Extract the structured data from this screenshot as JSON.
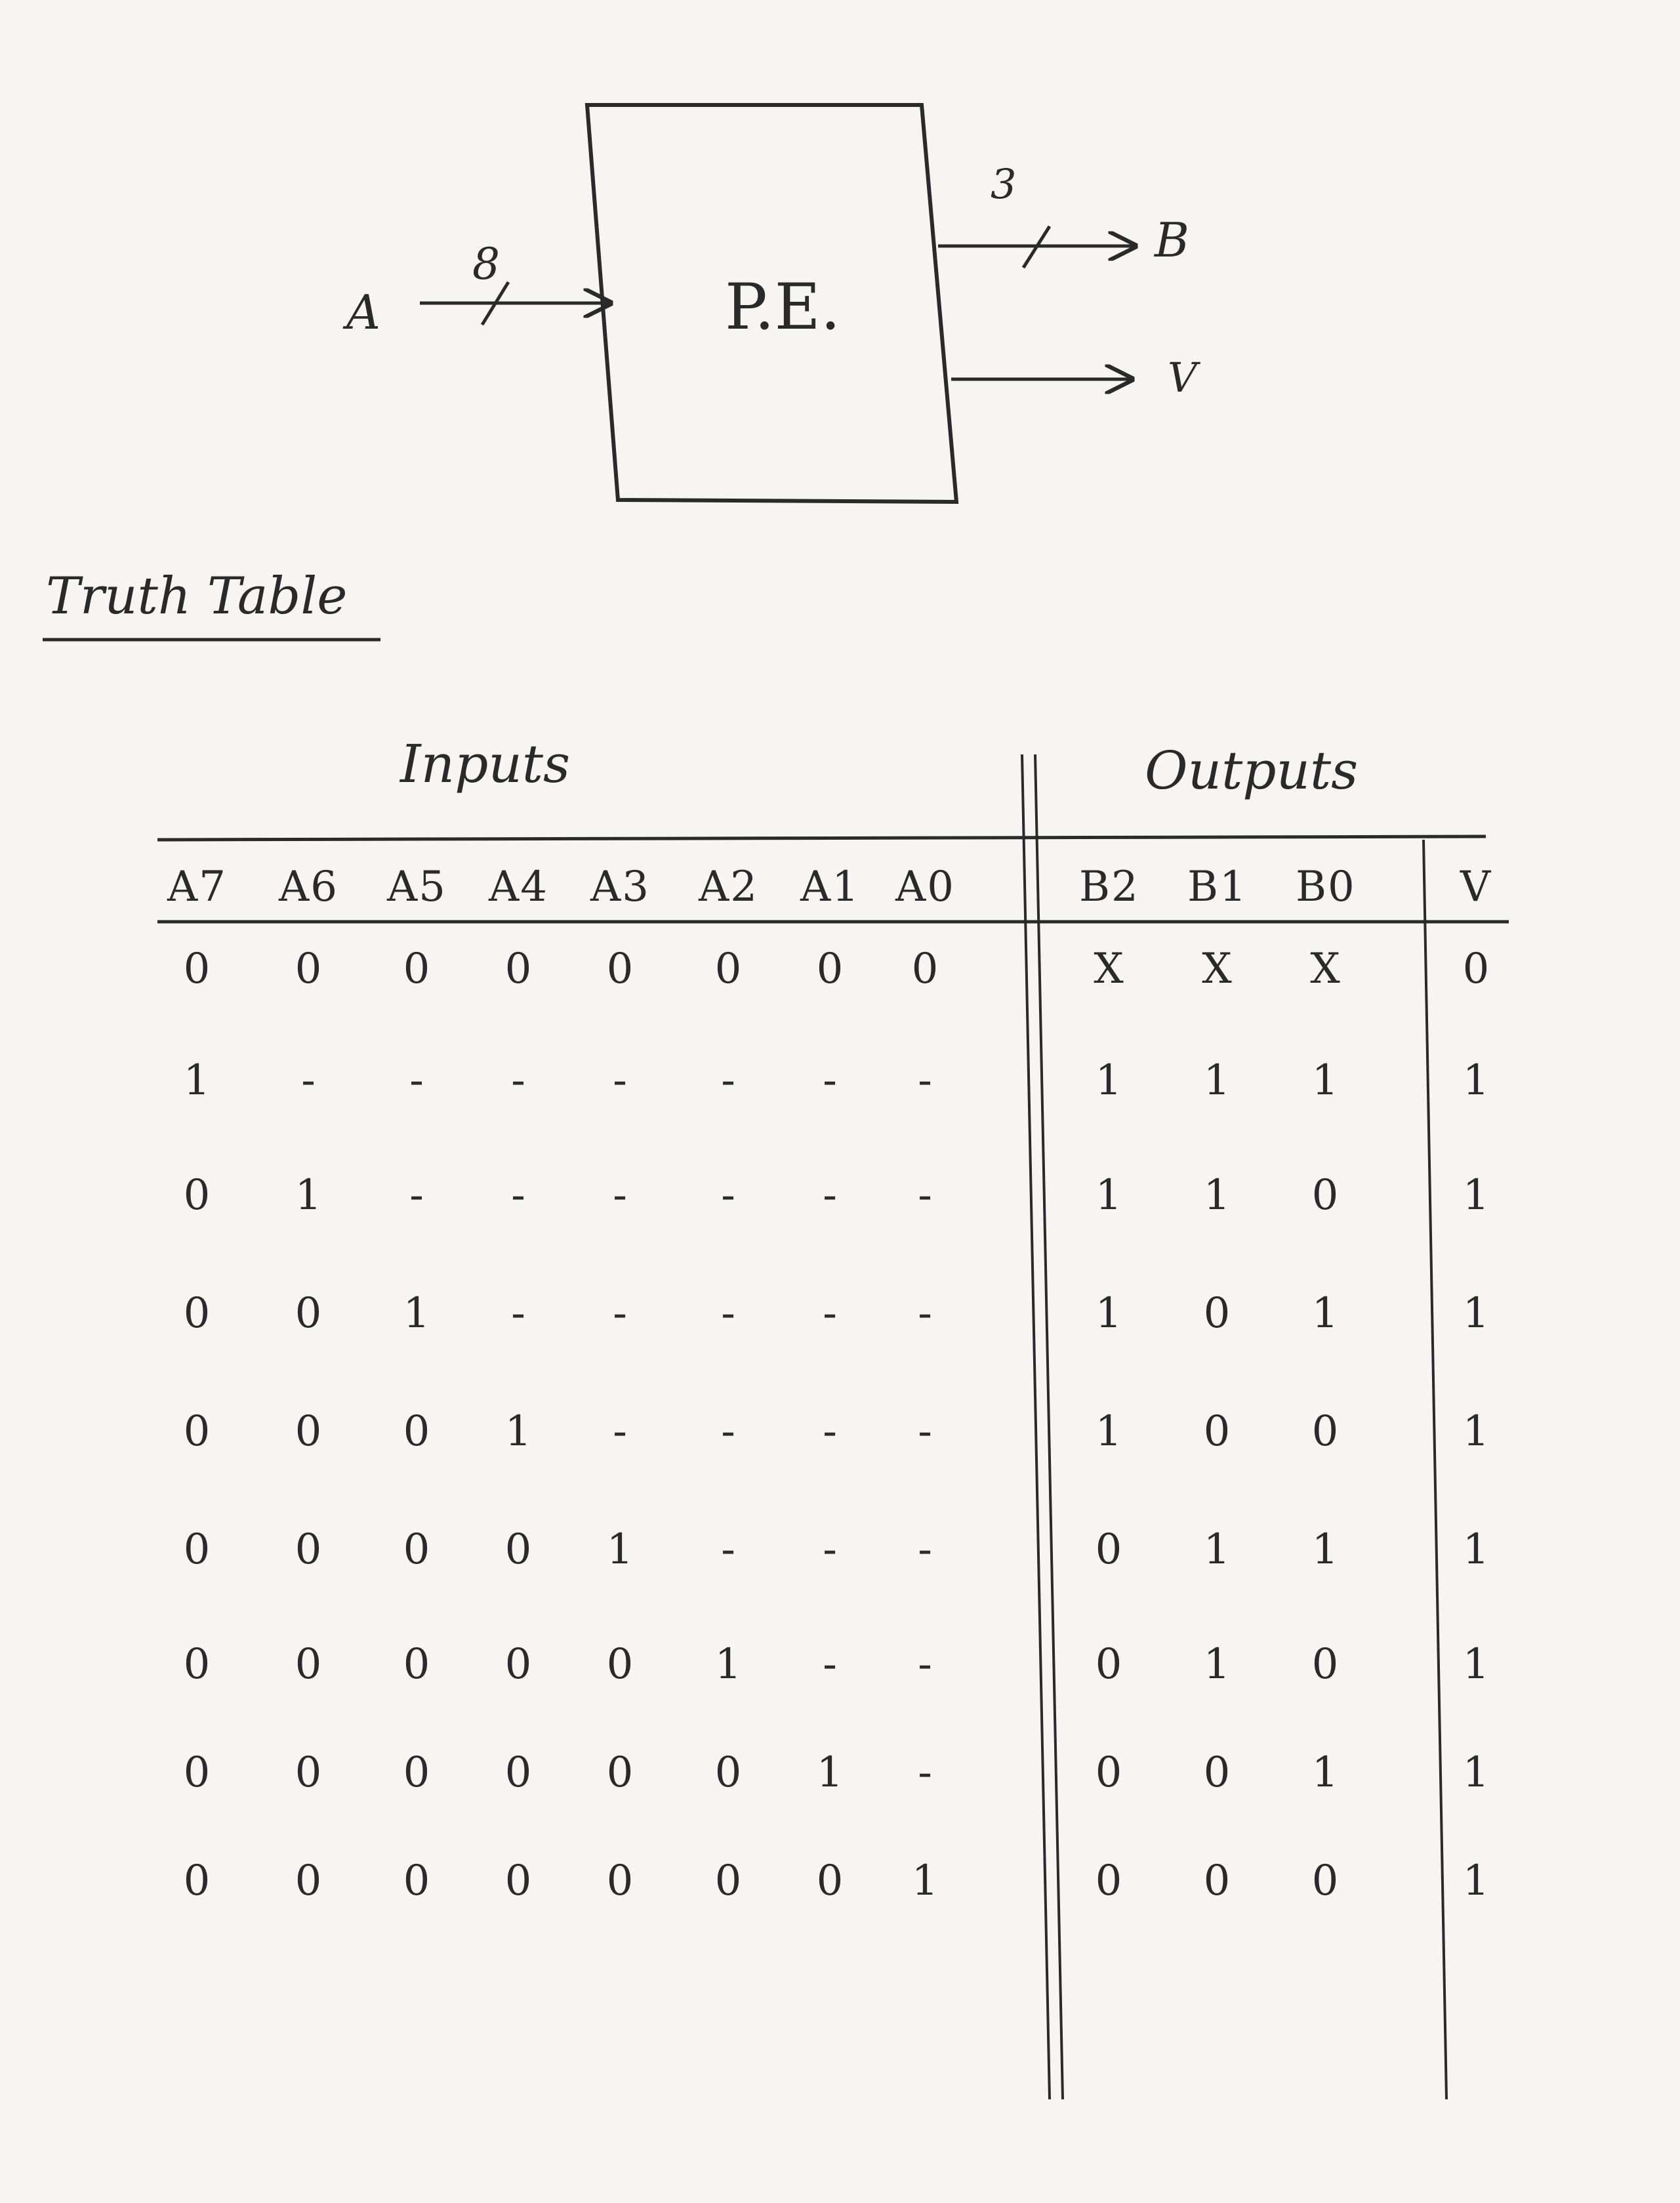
{
  "diagram": {
    "block_label": "P.E.",
    "input": {
      "name": "A",
      "width": "8"
    },
    "outputs": [
      {
        "name": "B",
        "width": "3"
      },
      {
        "name": "V",
        "width": ""
      }
    ]
  },
  "truth_table": {
    "title": "Truth Table",
    "inputs_label": "Inputs",
    "outputs_label": "Outputs",
    "input_headers": [
      "A7",
      "A6",
      "A5",
      "A4",
      "A3",
      "A2",
      "A1",
      "A0"
    ],
    "output_headers": [
      "B2",
      "B1",
      "B0"
    ],
    "valid_header": "V",
    "rows": [
      {
        "inputs": [
          "0",
          "0",
          "0",
          "0",
          "0",
          "0",
          "0",
          "0"
        ],
        "outputs": [
          "X",
          "X",
          "X"
        ],
        "valid": "0"
      },
      {
        "inputs": [
          "1",
          "-",
          "-",
          "-",
          "-",
          "-",
          "-",
          "-"
        ],
        "outputs": [
          "1",
          "1",
          "1"
        ],
        "valid": "1"
      },
      {
        "inputs": [
          "0",
          "1",
          "-",
          "-",
          "-",
          "-",
          "-",
          "-"
        ],
        "outputs": [
          "1",
          "1",
          "0"
        ],
        "valid": "1"
      },
      {
        "inputs": [
          "0",
          "0",
          "1",
          "-",
          "-",
          "-",
          "-",
          "-"
        ],
        "outputs": [
          "1",
          "0",
          "1"
        ],
        "valid": "1"
      },
      {
        "inputs": [
          "0",
          "0",
          "0",
          "1",
          "-",
          "-",
          "-",
          "-"
        ],
        "outputs": [
          "1",
          "0",
          "0"
        ],
        "valid": "1"
      },
      {
        "inputs": [
          "0",
          "0",
          "0",
          "0",
          "1",
          "-",
          "-",
          "-"
        ],
        "outputs": [
          "0",
          "1",
          "1"
        ],
        "valid": "1"
      },
      {
        "inputs": [
          "0",
          "0",
          "0",
          "0",
          "0",
          "1",
          "-",
          "-"
        ],
        "outputs": [
          "0",
          "1",
          "0"
        ],
        "valid": "1"
      },
      {
        "inputs": [
          "0",
          "0",
          "0",
          "0",
          "0",
          "0",
          "1",
          "-"
        ],
        "outputs": [
          "0",
          "0",
          "1"
        ],
        "valid": "1"
      },
      {
        "inputs": [
          "0",
          "0",
          "0",
          "0",
          "0",
          "0",
          "0",
          "1"
        ],
        "outputs": [
          "0",
          "0",
          "0"
        ],
        "valid": "1"
      }
    ]
  }
}
